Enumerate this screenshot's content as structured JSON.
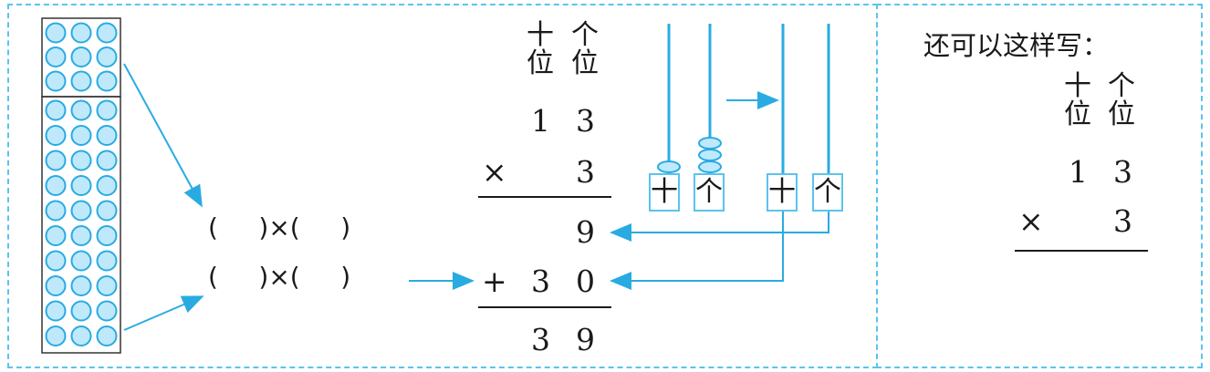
{
  "left_panel": {
    "units_header": {
      "tens": "十\n位",
      "ones": "个\n位"
    },
    "multiplicand": {
      "tens": "1",
      "ones": "3"
    },
    "multiplier": {
      "sign": "×",
      "ones": "3"
    },
    "partial_one": {
      "ones": "9"
    },
    "partial_tens": {
      "sign": "+",
      "tens": "3",
      "ones": "0"
    },
    "result": {
      "tens": "3",
      "ones": "9"
    },
    "expression_1": "(     )×(     )",
    "expression_2": "(     )×(     )",
    "abacus_labels": {
      "tens": "十",
      "ones": "个"
    }
  },
  "right_panel": {
    "title": "还可以这样写：",
    "units_header": {
      "tens": "十\n位",
      "ones": "个\n位"
    },
    "multiplicand": {
      "tens": "1",
      "ones": "3"
    },
    "multiplier": {
      "sign": "×",
      "ones": "3"
    }
  },
  "colors": {
    "accent": "#29abe2",
    "dashed_border": "#5cc3ec",
    "circle_fill": "#bfe9fb"
  }
}
